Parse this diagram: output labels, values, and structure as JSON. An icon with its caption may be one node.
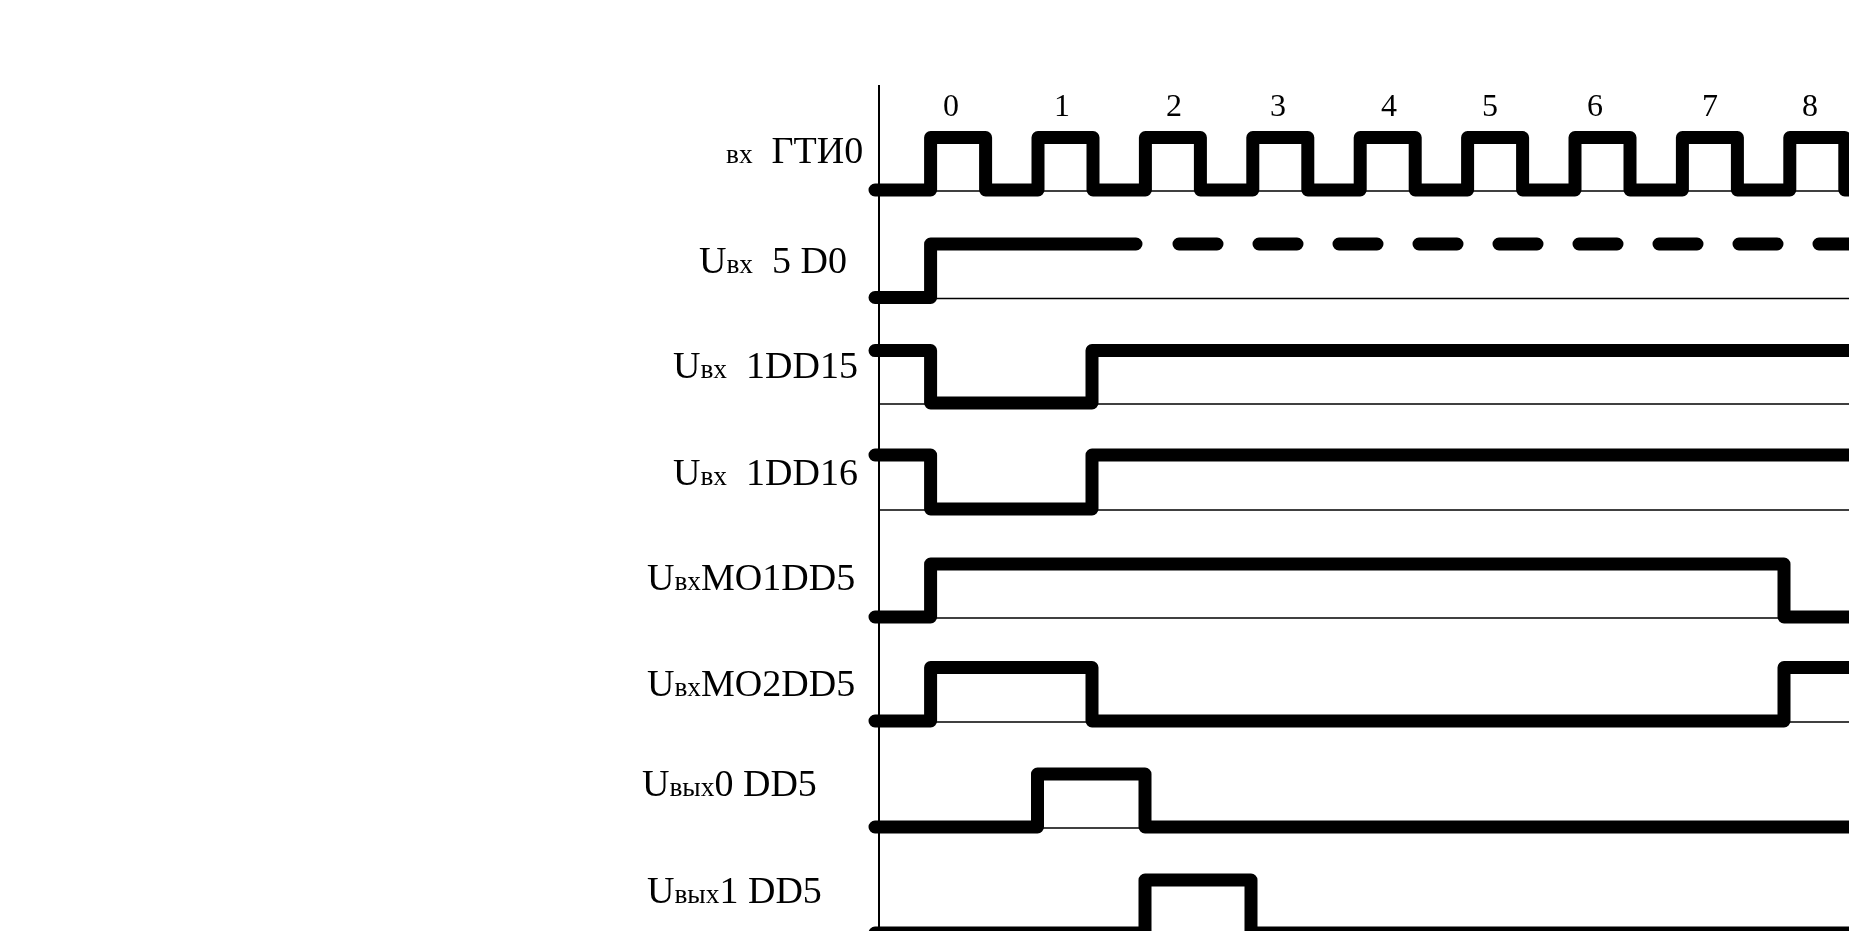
{
  "diagram": {
    "labels": [
      "0",
      "1",
      "2",
      "3",
      "4",
      "5",
      "6",
      "7",
      "8",
      "$_{вх}$  ГТИ0",
      "U$_{вх}$  5 D0",
      "U$_{вх}$  1DD15",
      "U$_{вх}$  1DD16",
      "U$_{вх}$MO1DD5",
      "U$_{вх}$MO2DD5",
      "U$_{вых}$0 DD5",
      "U$_{вых}$1 DD5"
    ]
  }
}
